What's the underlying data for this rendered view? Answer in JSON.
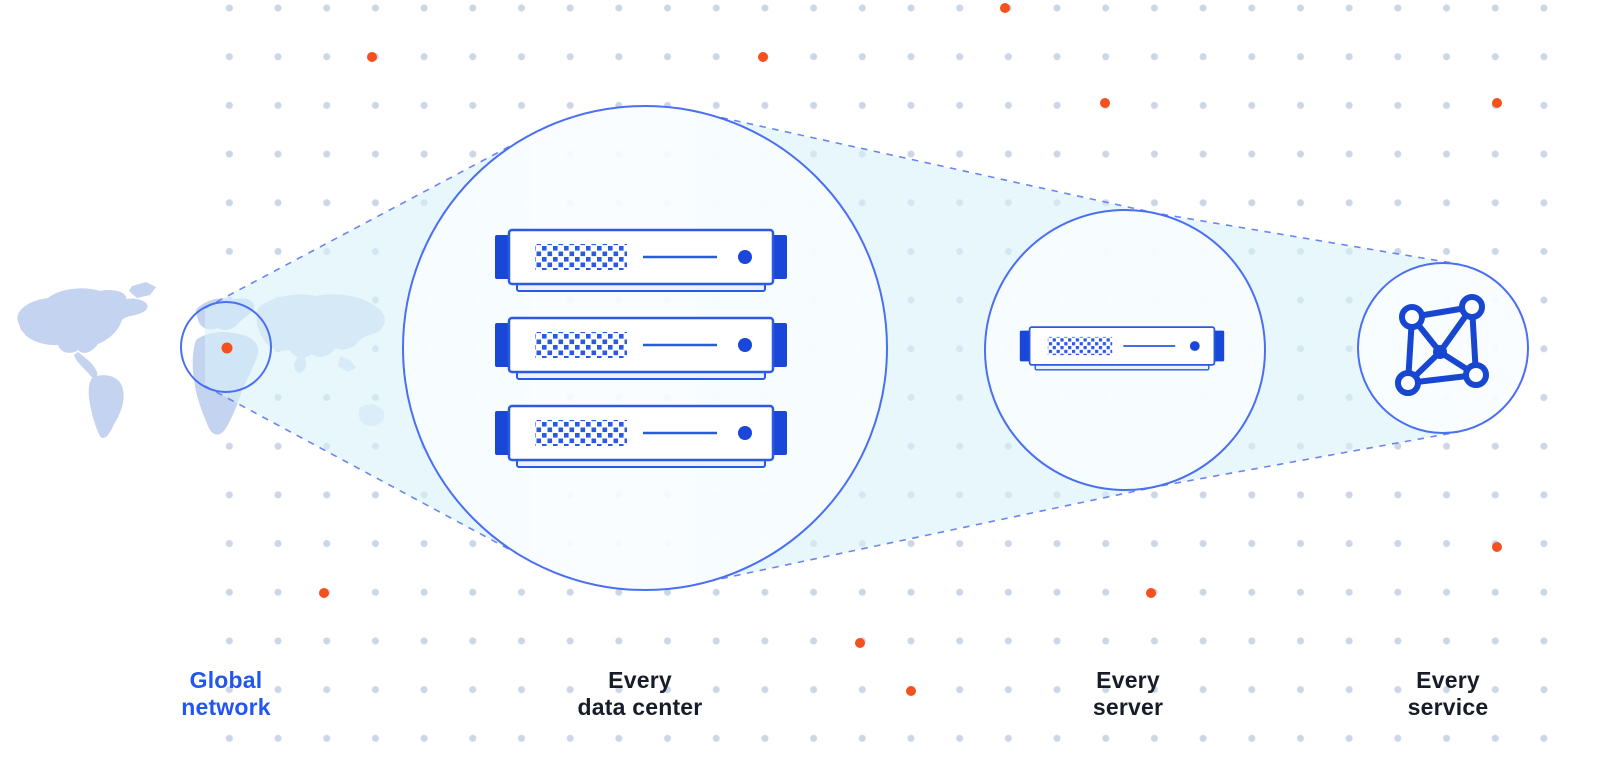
{
  "diagram_title": "Network zoom diagram",
  "stages": [
    {
      "id": "global-network",
      "label_line1": "Global",
      "label_line2": "network"
    },
    {
      "id": "every-data-center",
      "label_line1": "Every",
      "label_line2": "data center",
      "server_count": 3
    },
    {
      "id": "every-server",
      "label_line1": "Every",
      "label_line2": "server",
      "server_count": 1
    },
    {
      "id": "every-service",
      "label_line1": "Every",
      "label_line2": "service",
      "icon": "network-mesh-icon"
    }
  ],
  "background": {
    "pattern": "dot-grid",
    "grid_dot_color": "#cdd6e6",
    "accent_dot_color": "#f4511e"
  },
  "colors": {
    "circle_stroke": "#4a6ff2",
    "server_outline": "#2a5ae0",
    "server_cap": "#1948d8",
    "mesh_icon": "#1746d0",
    "cone_fill": "#d9f1f8",
    "map_fill": "#c3d3f0",
    "label_dark": "#171d28",
    "label_blue": "#2356f0",
    "orange": "#f4511e"
  }
}
